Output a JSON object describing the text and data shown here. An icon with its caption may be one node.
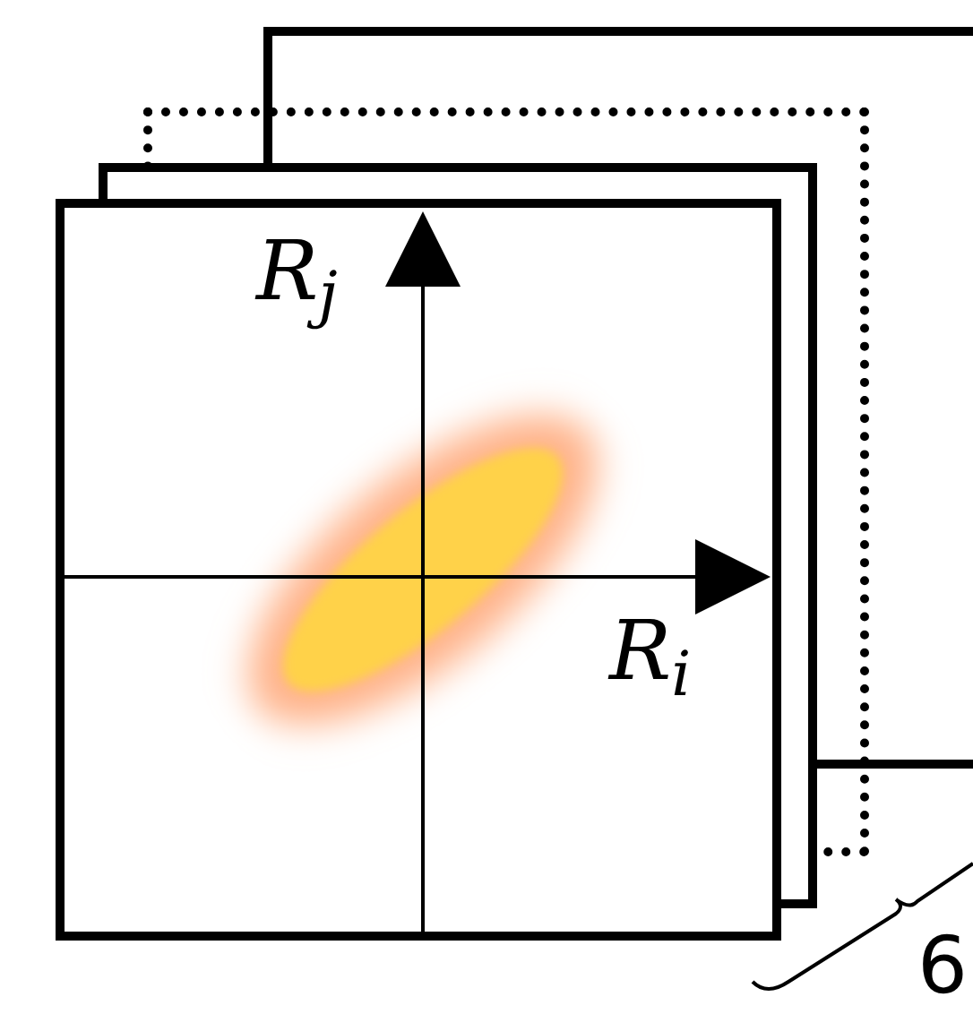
{
  "diagram": {
    "labels": [
      "R$_{j}$",
      "R$_{i}$",
      "6"
    ]
  }
}
